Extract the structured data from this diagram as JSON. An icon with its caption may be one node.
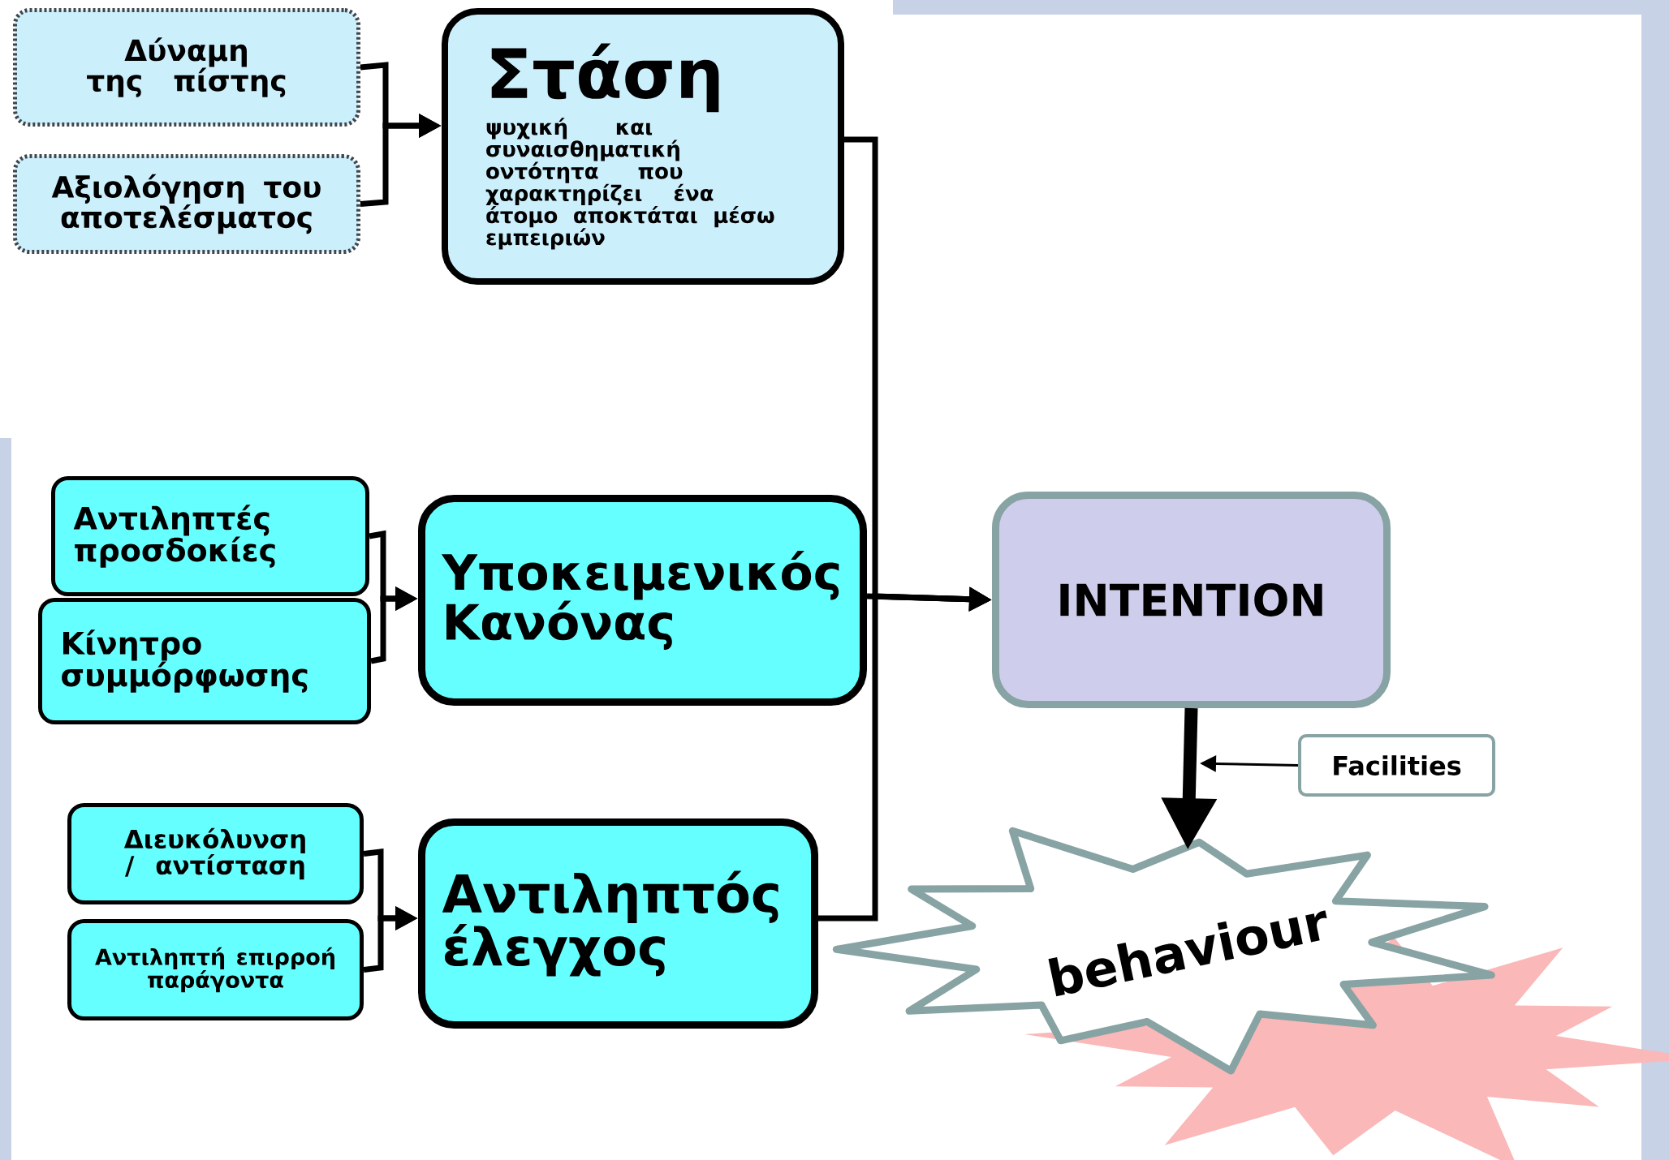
{
  "diagram": {
    "nodes": [
      {
        "text": [
          "Δύναμη της πίστης"
        ]
      },
      {
        "text": [
          "Αξιολόγηση του αποτελέσματος"
        ]
      },
      {
        "text": [
          "Στάση",
          "ψυχική και συναισθηματική οντότητα που χαρακτηρίζει ένα άτομο αποκτάται μέσω εμπειριών"
        ]
      },
      {
        "text": [
          "Αντιληπτές προσδοκίες"
        ]
      },
      {
        "text": [
          "Κίνητρο συμμόρφωσης"
        ]
      },
      {
        "text": [
          "Υποκειμενικός Κανόνας"
        ]
      },
      {
        "text": [
          "Διευκόλυνση / αντίσταση"
        ]
      },
      {
        "text": [
          "Αντιληπτή επιρροή παράγοντα"
        ]
      },
      {
        "text": [
          "Αντιληπτός έλεγχος"
        ]
      },
      {
        "text": [
          "INTENTION"
        ]
      },
      {
        "text": [
          "behaviour"
        ]
      },
      {
        "text": [
          "Facilities"
        ]
      }
    ],
    "edges": [
      {
        "from": 0,
        "to": 2,
        "arrow": "to"
      },
      {
        "from": 1,
        "to": 2,
        "arrow": "to"
      },
      {
        "from": 3,
        "to": 5,
        "arrow": "to"
      },
      {
        "from": 4,
        "to": 5,
        "arrow": "to"
      },
      {
        "from": 6,
        "to": 8,
        "arrow": "to"
      },
      {
        "from": 7,
        "to": 8,
        "arrow": "to"
      },
      {
        "from": 2,
        "to": 9,
        "arrow": "to"
      },
      {
        "from": 5,
        "to": 9,
        "arrow": "to"
      },
      {
        "from": 8,
        "to": 9,
        "arrow": "to"
      },
      {
        "from": 9,
        "to": 10,
        "arrow": "to",
        "style": "thick"
      },
      {
        "from": 11,
        "to": null,
        "arrow": "to"
      }
    ]
  }
}
